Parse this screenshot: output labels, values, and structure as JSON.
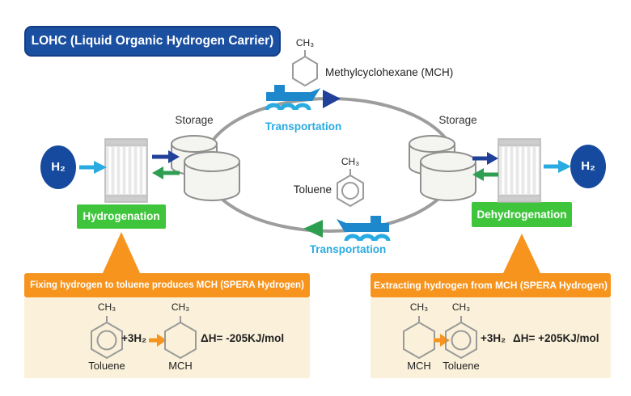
{
  "title": "LOHC (Liquid Organic Hydrogen Carrier)",
  "cycle": {
    "mch_ch3": "CH₃",
    "mch_label": "Methylcyclohexane (MCH)",
    "transport_top": "Transportation",
    "transport_bottom": "Transportation",
    "storage_left": "Storage",
    "storage_right": "Storage",
    "toluene_ch3": "CH₃",
    "toluene_label": "Toluene"
  },
  "left": {
    "h2_label": "H₂",
    "process_label": "Hydrogenation",
    "banner": "Fixing hydrogen to toluene produces MCH (SPERA Hydrogen)",
    "reaction": {
      "reactant_ch3": "CH₃",
      "reactant_name": "Toluene",
      "plus_h2": "+3H₂",
      "product_ch3": "CH₃",
      "product_name": "MCH",
      "enthalpy": "ΔH= -205KJ/mol"
    }
  },
  "right": {
    "h2_label": "H₂",
    "process_label": "Dehydrogenation",
    "banner": "Extracting hydrogen from MCH (SPERA Hydrogen)",
    "reaction": {
      "reactant_ch3": "CH₃",
      "reactant_name": "MCH",
      "plus_h2": "+3H₂",
      "product_ch3": "CH₃",
      "product_name": "Toluene",
      "enthalpy": "ΔH= +205KJ/mol"
    }
  },
  "colors": {
    "title_bg": "#1b4fa0",
    "h2_circle": "#164a9e",
    "cyan_accent": "#29abe2",
    "navy_arrow": "#21409a",
    "green_arrow": "#2e9e50",
    "process_green": "#3fc53c",
    "banner_orange": "#f7941e",
    "panel_cream": "#fbf1da",
    "cycle_gray": "#9d9d9d"
  }
}
